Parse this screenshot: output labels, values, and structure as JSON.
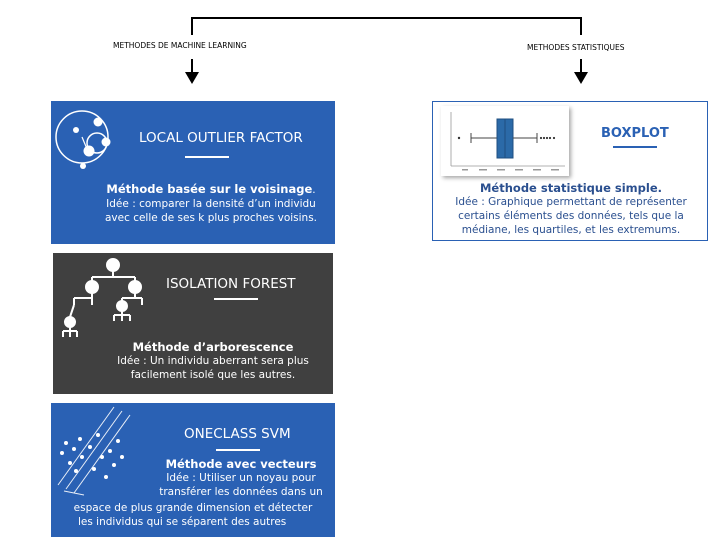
{
  "branches": {
    "left_label": "METHODES DE MACHINE LEARNING",
    "right_label": "METHODES STATISTIQUES"
  },
  "cards": {
    "lof": {
      "title": "LOCAL OUTLIER FACTOR",
      "method": "Méthode basée sur le voisinage",
      "method_suffix": ".",
      "desc_lines": [
        "Idée : comparer la densité d’un individu",
        "avec celle de ses k plus proches voisins."
      ]
    },
    "iforest": {
      "title": "ISOLATION FOREST",
      "method": "Méthode d’arborescence",
      "desc_lines": [
        "Idée : Un individu aberrant sera plus",
        "facilement isolé que les autres."
      ]
    },
    "ocsvm": {
      "title": "ONECLASS SVM",
      "method": "Méthode avec vecteurs",
      "desc_lines": [
        "Idée : Utiliser un noyau pour",
        "transférer les données dans un",
        "espace de plus grande dimension et détecter",
        "les individus qui se séparent des autres"
      ]
    },
    "boxplot": {
      "title": "BOXPLOT",
      "method": "Méthode statistique simple.",
      "desc_lines": [
        "Idée   : Graphique permettant de représenter",
        "certains éléments des données, tels que la",
        "médiane, les quartiles, et les extremums."
      ]
    }
  },
  "colors": {
    "card_blue": "#2a61b4",
    "card_gray": "#404040",
    "box_blue": "#2b6aa8",
    "title_blue": "#2a61b4"
  },
  "icons": {
    "lof": "neighborhood-circles-icon",
    "iforest": "tree-hierarchy-icon",
    "ocsvm": "svm-hyperplane-icon",
    "boxplot": "boxplot-chart-icon"
  }
}
